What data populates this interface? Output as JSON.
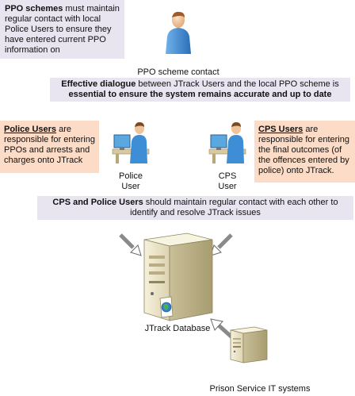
{
  "ppo_box": {
    "bold": "PPO schemes",
    "line1_rest": " must maintain",
    "line2": "regular contact with local",
    "line3": "Police Users to ensure they",
    "line4": "have entered current PPO",
    "line5": "information on"
  },
  "ppo_contact_label": "PPO scheme contact",
  "dialogue_box": {
    "bold1": "Effective dialogue",
    "rest1": " between JTrack Users and the local PPO scheme is",
    "line2": "essential to ensure the system remains accurate and up to date"
  },
  "police_box": {
    "title": "Police Users",
    "line1_rest": " are",
    "line2": "responsible for entering",
    "line3": "PPOs and arrests and",
    "line4": "charges onto JTrack"
  },
  "cps_box": {
    "title": "CPS Users",
    "line1_rest": " are",
    "line2": "responsible for entering",
    "line3": "the final outcomes (of",
    "line4": "the offences entered by",
    "line5": "police) onto JTrack."
  },
  "police_user_label": [
    "Police",
    "User"
  ],
  "cps_user_label": [
    "CPS",
    "User"
  ],
  "contact_box": {
    "bold": "CPS and Police Users",
    "rest1": " should maintain regular contact with each other to",
    "line2": "identify and resolve JTrack issues"
  },
  "jtrack_db_label": "JTrack Database",
  "prison_label": "Prison Service IT systems",
  "colors": {
    "lavender": "#e8e4f0",
    "peach": "#fcdcc6",
    "person": "#3e8ed6",
    "server": "#efe9cf"
  }
}
